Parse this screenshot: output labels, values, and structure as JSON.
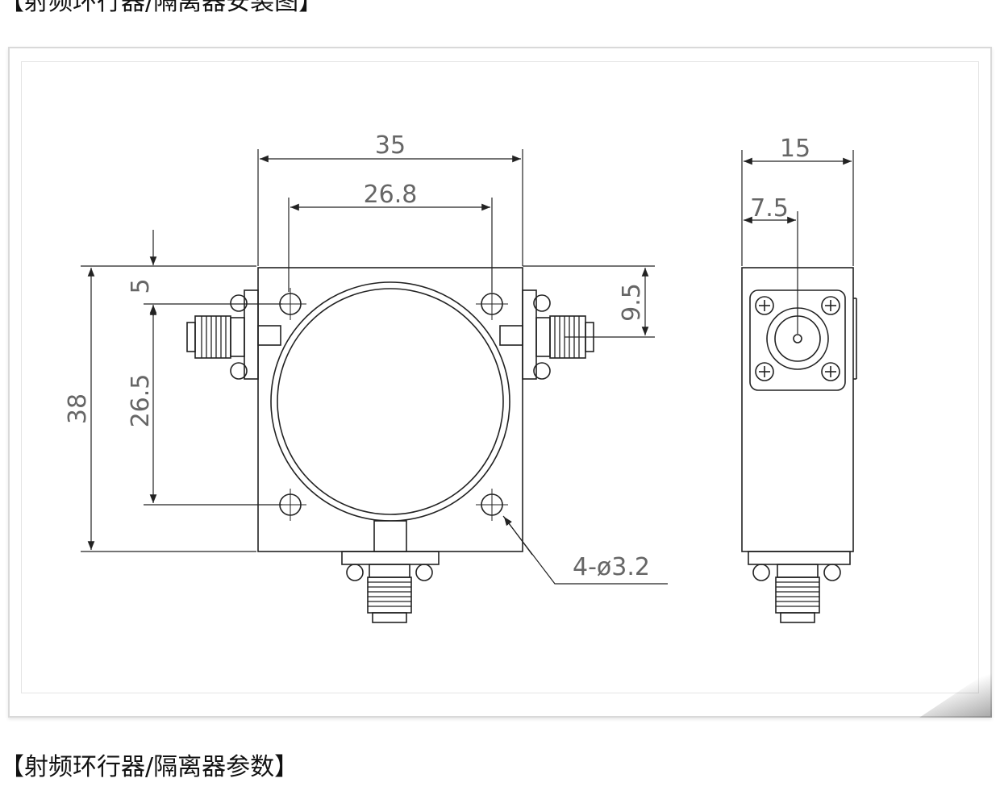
{
  "headings": {
    "top": "【射频环行器/隔离器安装图】",
    "bottom": "【射频环行器/隔离器参数】"
  },
  "dimensions": {
    "width": "35",
    "hole_spacing_h": "26.8",
    "height": "38",
    "hole_spacing_v": "26.5",
    "top_margin": "5",
    "port_offset": "9.5",
    "holes": "4-ø3.2",
    "depth": "15",
    "half_depth": "7.5"
  }
}
